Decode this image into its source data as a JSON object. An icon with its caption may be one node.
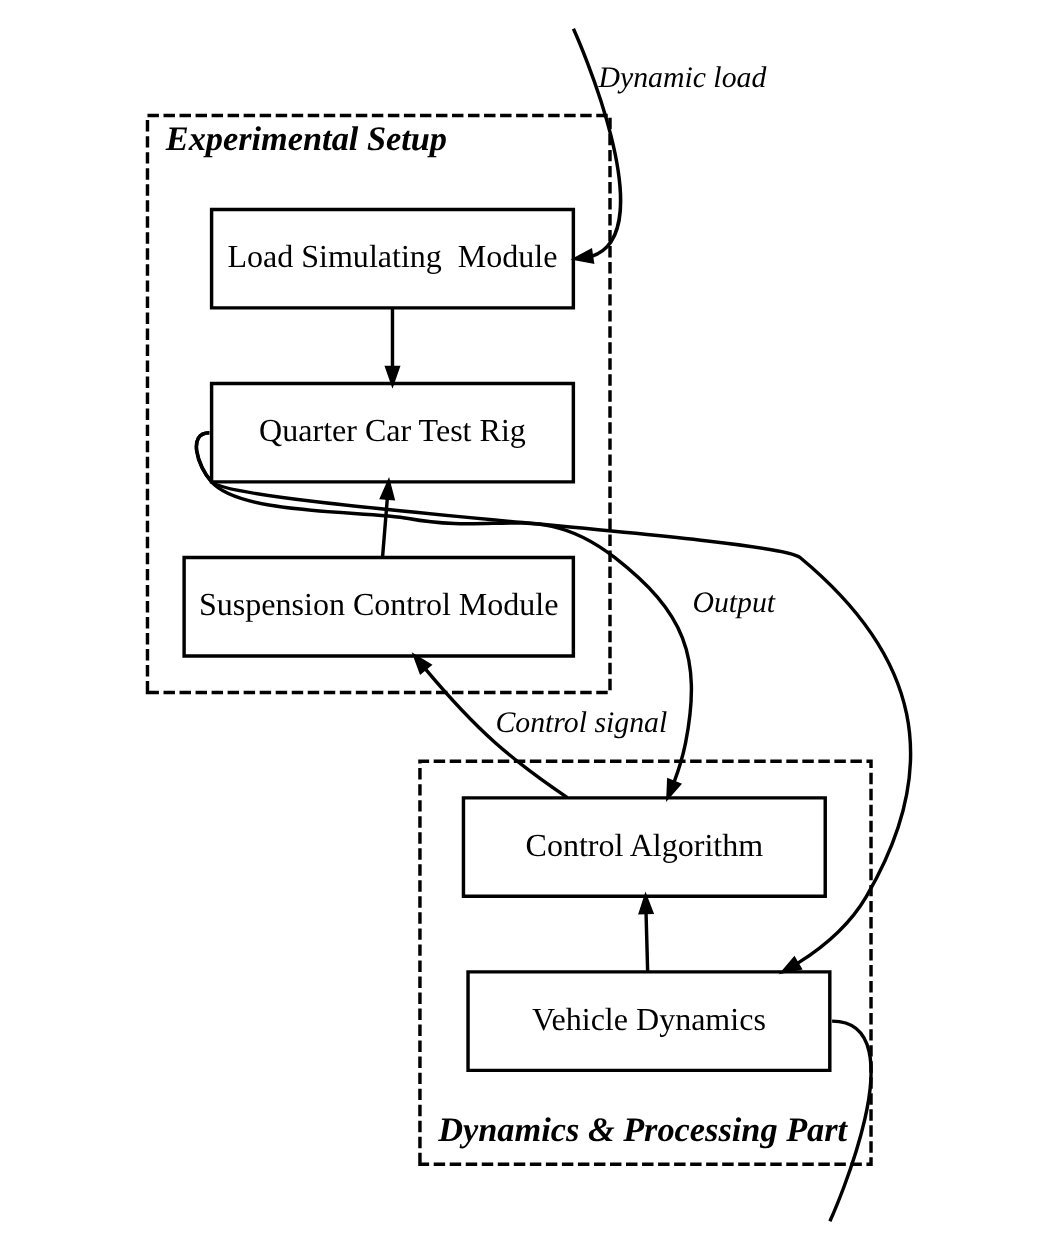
{
  "diagram": {
    "nodes": [
      {
        "text": [
          "Experimental Setup"
        ]
      },
      {
        "text": [
          "Load Simulating  Module"
        ],
        "in": 0
      },
      {
        "text": [
          "Quarter Car Test Rig"
        ],
        "in": 0
      },
      {
        "text": [
          "Suspension Control Module"
        ],
        "in": 0
      },
      {
        "text": [
          "Dynamics & Processing Part"
        ]
      },
      {
        "text": [
          "Control Algorithm"
        ],
        "in": 4
      },
      {
        "text": [
          "Vehicle Dynamics"
        ],
        "in": 4
      }
    ],
    "edges": [
      {
        "from": null,
        "to": 1,
        "arrow": "to",
        "label": "Dynamic load"
      },
      {
        "from": 1,
        "to": 2,
        "arrow": "to"
      },
      {
        "from": 3,
        "to": 2,
        "arrow": "to"
      },
      {
        "from": 5,
        "to": 3,
        "arrow": "to",
        "label": "Control signal"
      },
      {
        "from": 2,
        "to": 5,
        "arrow": "to",
        "label": "Output"
      },
      {
        "from": 2,
        "to": 6,
        "arrow": "to"
      },
      {
        "from": 6,
        "to": 5,
        "arrow": "to"
      },
      {
        "from": 6,
        "to": null,
        "arrow": "none"
      }
    ]
  }
}
